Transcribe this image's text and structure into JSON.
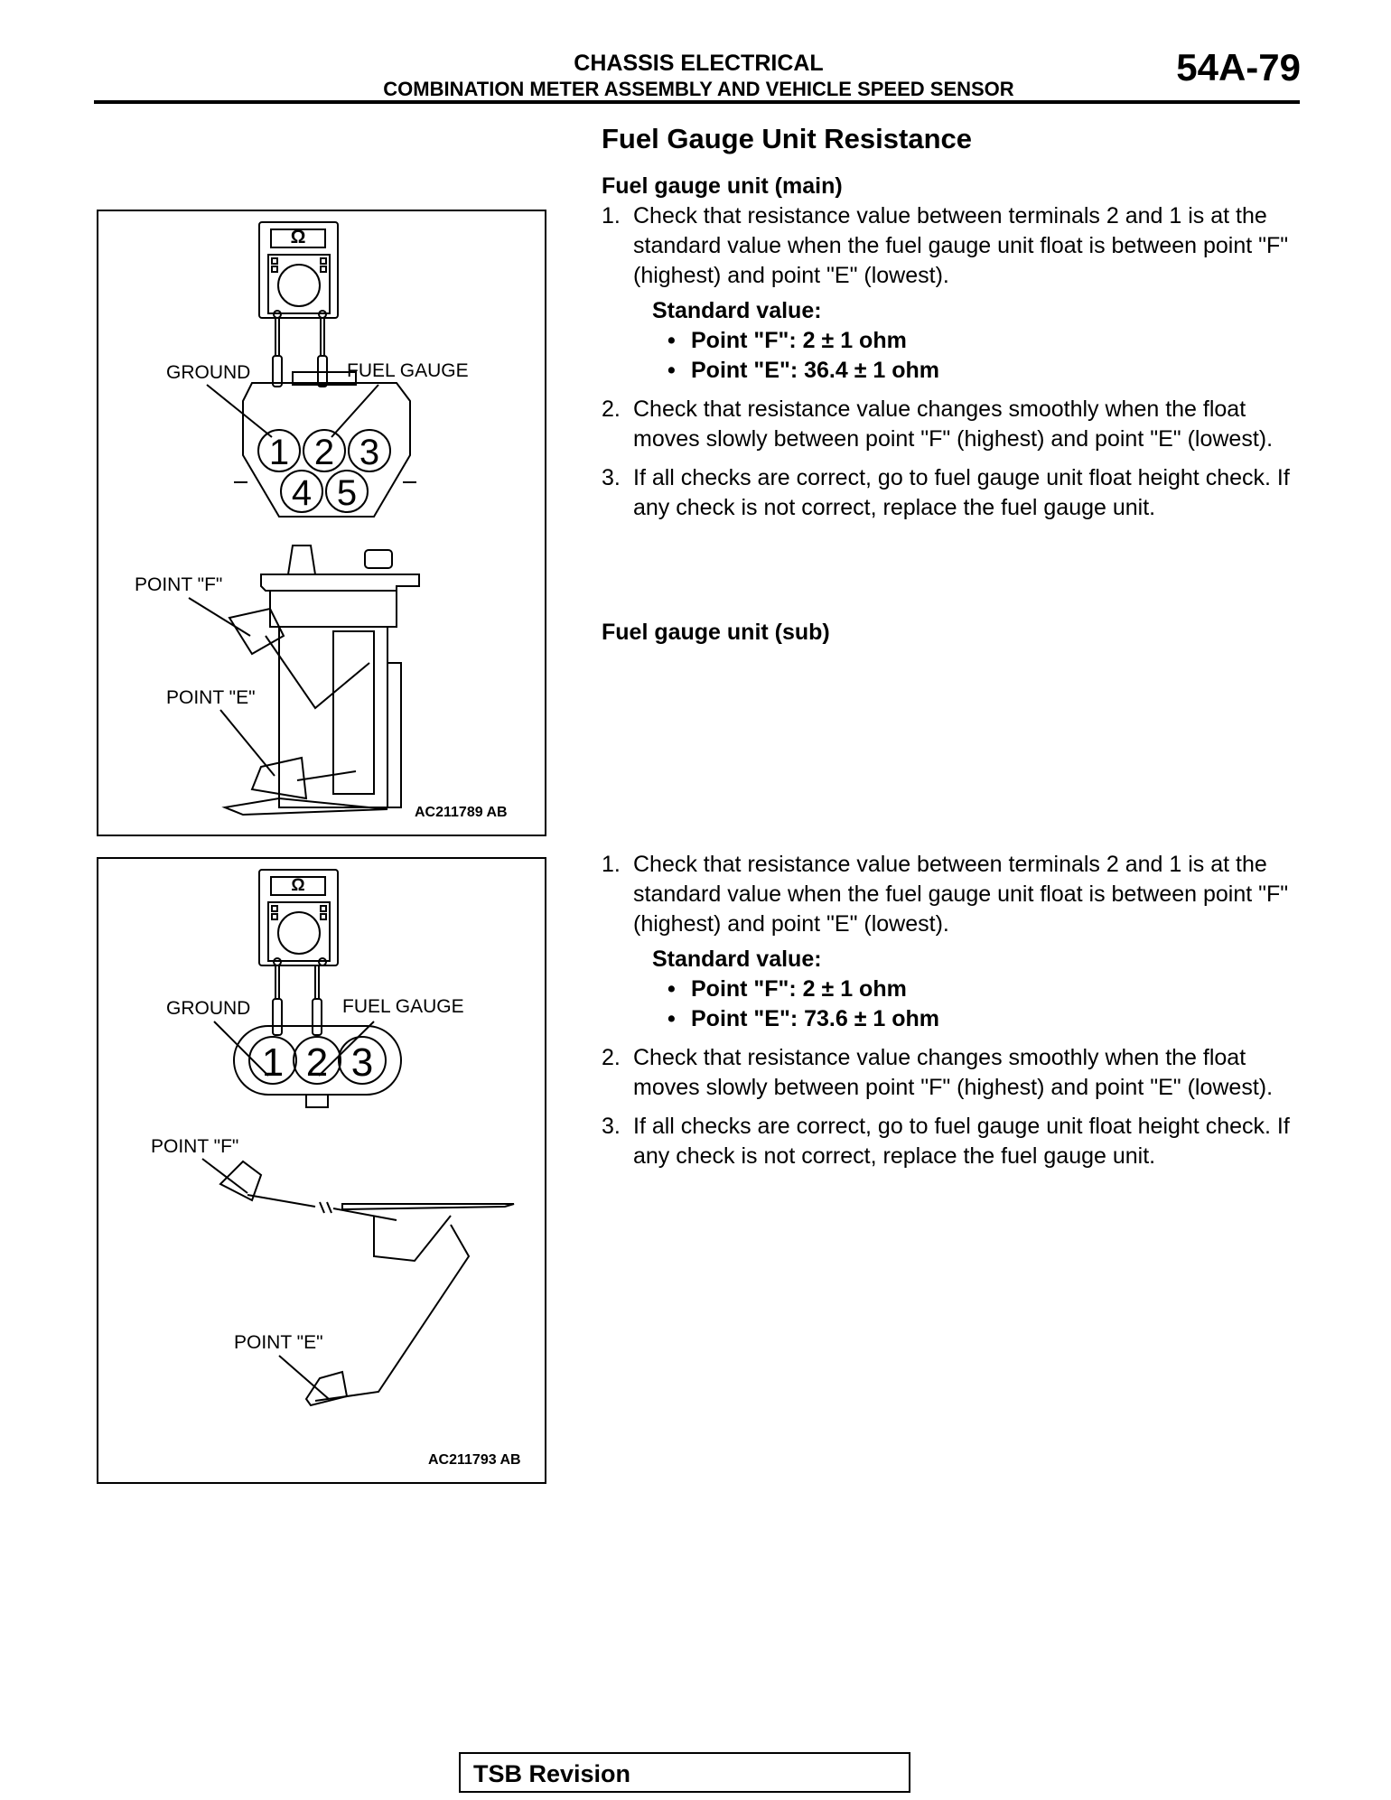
{
  "header": {
    "title": "CHASSIS ELECTRICAL",
    "subtitle": "COMBINATION METER ASSEMBLY AND VEHICLE SPEED SENSOR",
    "page_number": "54A-79"
  },
  "section_title": "Fuel Gauge Unit Resistance",
  "main": {
    "heading": "Fuel gauge unit (main)",
    "steps": [
      {
        "num": "1.",
        "text": "Check that resistance value between terminals 2 and 1 is at the standard value when the fuel gauge unit float is between point \"F\" (highest) and point \"E\" (lowest)."
      },
      {
        "num": "2.",
        "text": "Check that resistance value changes smoothly when the float moves slowly between point \"F\" (highest) and point \"E\" (lowest)."
      },
      {
        "num": "3.",
        "text": "If all checks are correct, go to fuel gauge unit float height check. If any check is not correct, replace the fuel gauge unit."
      }
    ],
    "standard_label": "Standard value:",
    "standard_values": [
      "Point \"F\": 2 ± 1 ohm",
      "Point \"E\": 36.4 ± 1 ohm"
    ]
  },
  "sub": {
    "heading": "Fuel gauge unit (sub)",
    "steps": [
      {
        "num": "1.",
        "text": "Check that resistance value between terminals 2 and 1 is at the standard value when the fuel gauge unit float is between point \"F\" (highest) and point \"E\" (lowest)."
      },
      {
        "num": "2.",
        "text": "Check that resistance value changes smoothly when the float moves slowly between point \"F\" (highest) and point \"E\" (lowest)."
      },
      {
        "num": "3.",
        "text": "If all checks are correct, go to fuel gauge unit float height check. If any check is not correct, replace the fuel gauge unit."
      }
    ],
    "standard_label": "Standard value:",
    "standard_values": [
      "Point \"F\": 2 ± 1 ohm",
      "Point \"E\": 73.6 ± 1 ohm"
    ]
  },
  "figure1": {
    "ohm_symbol": "Ω",
    "ground": "GROUND",
    "fuel_gauge": "FUEL GAUGE",
    "terminals": [
      "1",
      "2",
      "3",
      "4",
      "5"
    ],
    "point_f": "POINT \"F\"",
    "point_e": "POINT \"E\"",
    "code": "AC211789 AB"
  },
  "figure2": {
    "ohm_symbol": "Ω",
    "ground": "GROUND",
    "fuel_gauge": "FUEL GAUGE",
    "terminals": [
      "1",
      "2",
      "3"
    ],
    "point_f": "POINT \"F\"",
    "point_e": "POINT \"E\"",
    "code": "AC211793 AB"
  },
  "footer": {
    "label": "TSB Revision"
  }
}
